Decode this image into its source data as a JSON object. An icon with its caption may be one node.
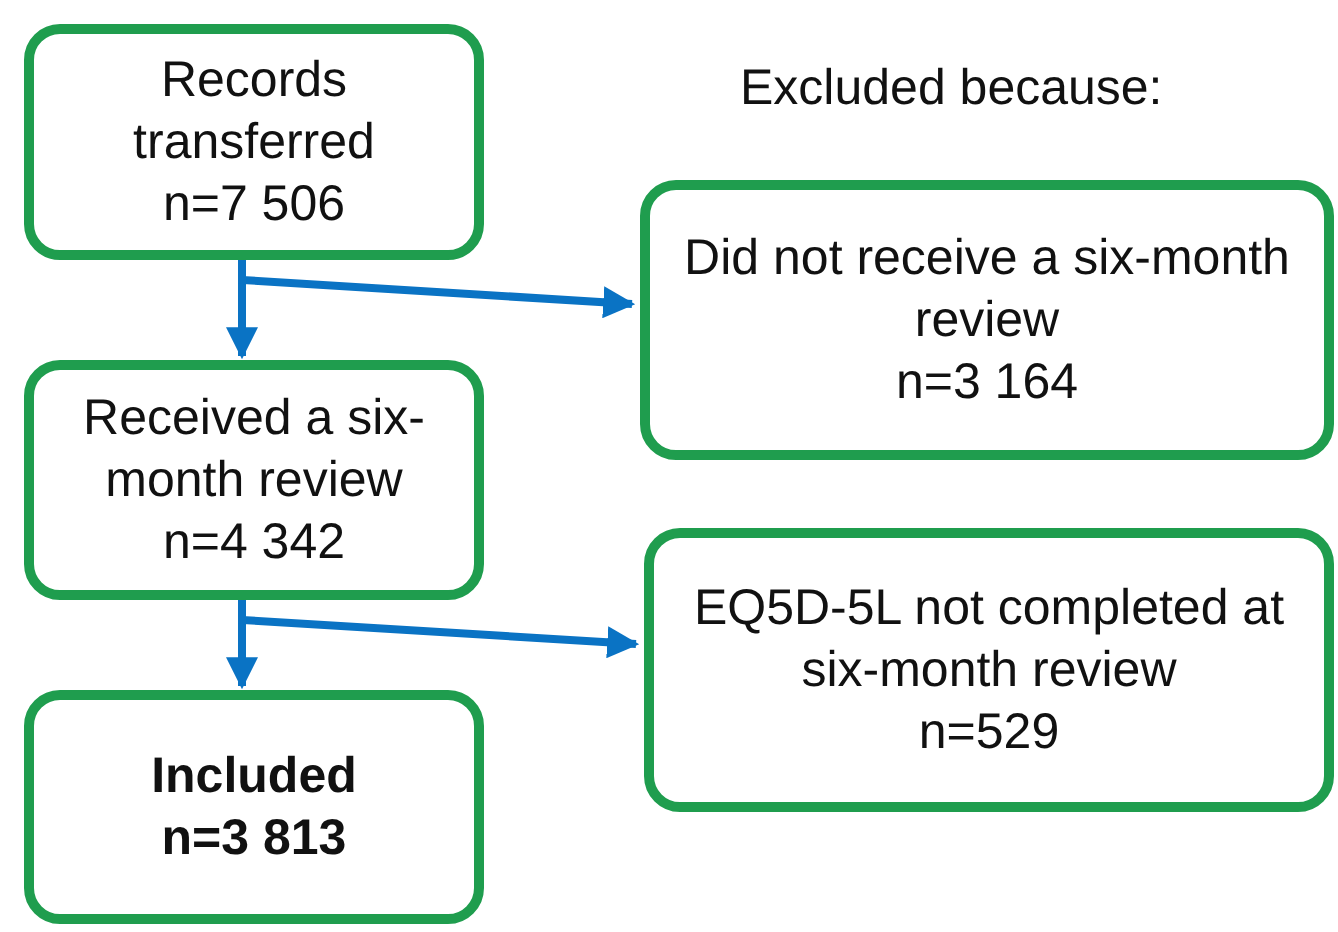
{
  "diagram": {
    "nodes": [
      {
        "text": [
          "Records transferred",
          "n=7 506"
        ]
      },
      {
        "text": [
          "Did not receive a six-month review",
          "n=3 164"
        ]
      },
      {
        "text": [
          "Received a six-month review",
          "n=4 342"
        ]
      },
      {
        "text": [
          "EQ5D-5L not completed at six-month review",
          "n=529"
        ]
      },
      {
        "text": [
          "Included",
          "n=3 813"
        ]
      }
    ],
    "edges": [
      {
        "from": 0,
        "to": 2,
        "arrow": "to"
      },
      {
        "from": 0,
        "to": 1,
        "arrow": "to"
      },
      {
        "from": 2,
        "to": 4,
        "arrow": "to"
      },
      {
        "from": 2,
        "to": 3,
        "arrow": "to"
      }
    ],
    "labels": [
      "Excluded because:"
    ]
  }
}
